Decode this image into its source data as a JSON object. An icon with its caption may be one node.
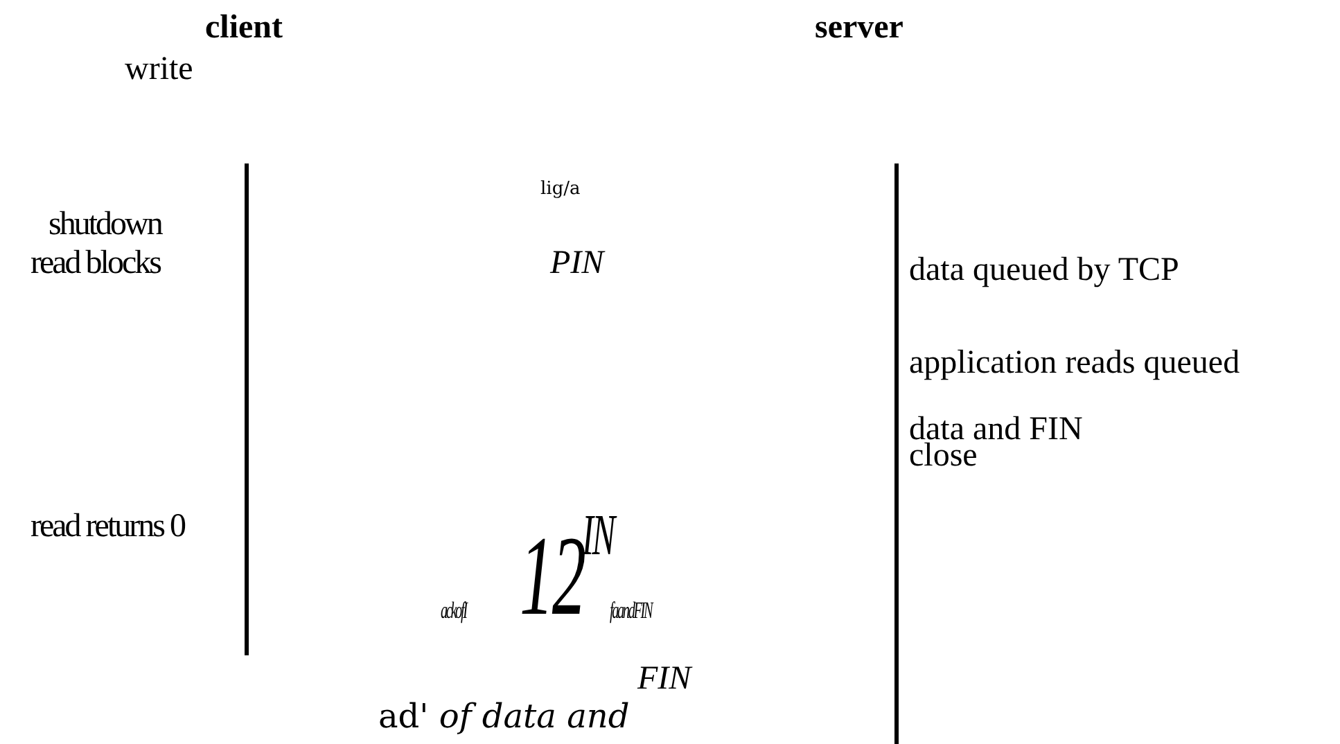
{
  "diagram": {
    "labels": [
      "client",
      "server",
      "write",
      "shutdown",
      "lig/a",
      "read blocks",
      "PIN",
      "data queued by TCP",
      "application reads queued",
      "data and FIN",
      "close",
      "read returns 0",
      "IN",
      "ackofI",
      "12",
      "faandFIN",
      "FIN",
      "ad' *of data and*"
    ]
  }
}
